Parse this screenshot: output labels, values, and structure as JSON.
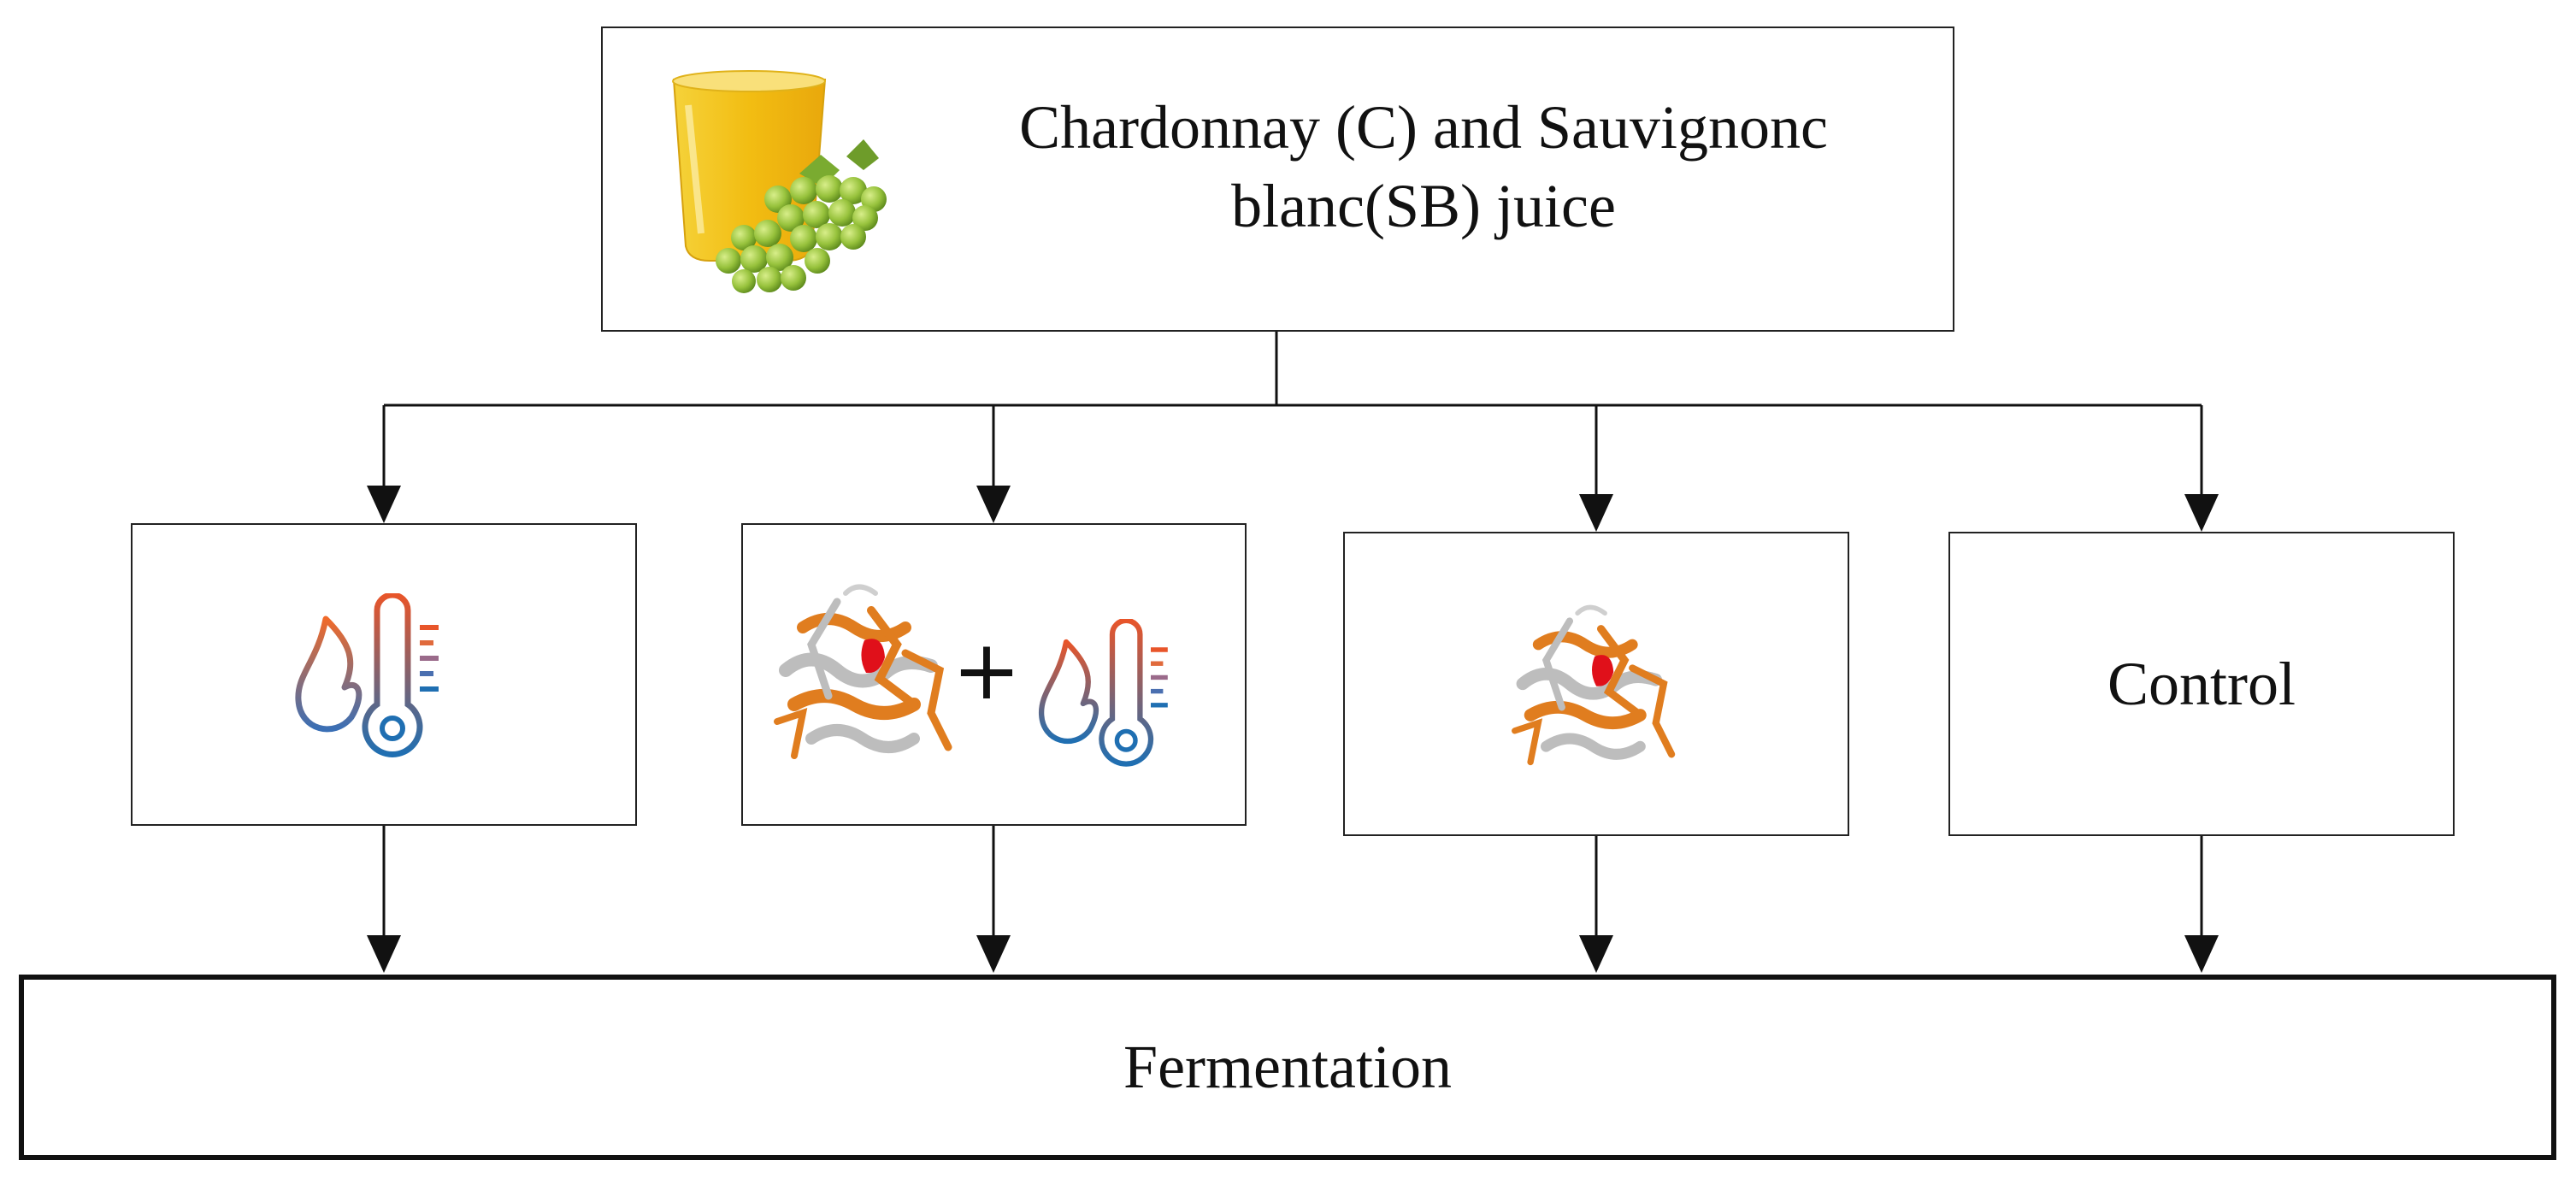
{
  "source_box": {
    "title_line1": "Chardonnay (C) and Sauvignonc",
    "title_line2": "blanc(SB) juice",
    "image_icon": "glass-of-juice-with-grapes-icon"
  },
  "treatments": [
    {
      "icons": [
        "flame-thermometer-icon"
      ],
      "label": ""
    },
    {
      "icons": [
        "protein-structure-icon",
        "plus-icon",
        "flame-thermometer-icon"
      ],
      "label": ""
    },
    {
      "icons": [
        "protein-structure-icon"
      ],
      "label": ""
    },
    {
      "icons": [],
      "label": "Control"
    }
  ],
  "plus_sign": "+",
  "result_box": {
    "label": "Fermentation"
  },
  "colors": {
    "line": "#111111",
    "flame_orange": "#e8552a",
    "thermo_blue": "#1f6fb2",
    "protein_orange": "#e07d1f",
    "protein_gray": "#bdbdbd",
    "protein_red": "#e0101a",
    "juice_yellow": "#f2c21a",
    "grape_green": "#8fbf3a"
  }
}
